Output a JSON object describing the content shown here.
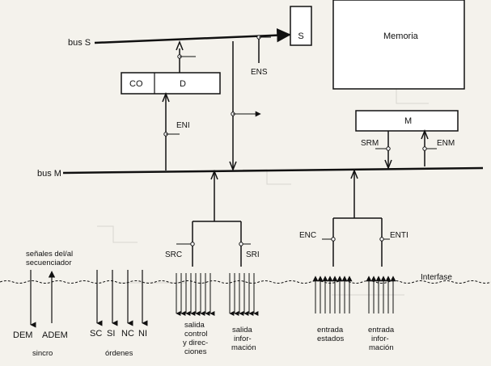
{
  "buses": {
    "bus_s": "bus S",
    "bus_m": "bus M"
  },
  "boxes": {
    "co": "CO",
    "d": "D",
    "s": "S",
    "memoria": "Memoria",
    "m": "M"
  },
  "signals": {
    "ens": "ENS",
    "eni": "ENI",
    "srm": "SRM",
    "enm": "ENM",
    "src": "SRC",
    "sri": "SRI",
    "enc": "ENC",
    "enti": "ENTI"
  },
  "interfase": "Interfase",
  "left_group": {
    "title_line1": "señales del/al",
    "title_line2": "secuenciador",
    "dem": "DEM",
    "adem": "ADEM",
    "sincro": "sincro",
    "ordenes_labels": [
      "SC",
      "SI",
      "NC",
      "NI"
    ],
    "ordenes": "órdenes"
  },
  "outputs": {
    "salida_control": [
      "salida",
      "control",
      "y direc-",
      "ciones"
    ],
    "salida_info": [
      "salida",
      "infor-",
      "mación"
    ],
    "entrada_estados": [
      "entrada",
      "estados"
    ],
    "entrada_info": [
      "entrada",
      "infor-",
      "mación"
    ]
  }
}
